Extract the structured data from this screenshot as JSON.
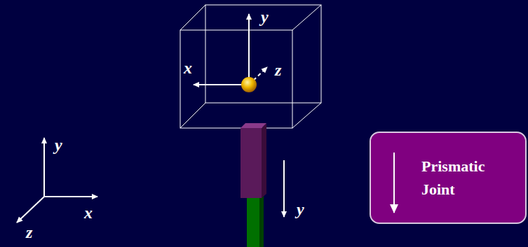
{
  "diagram": {
    "nodes": [
      {
        "text": [
          "Prismatic Joint"
        ]
      }
    ],
    "labels": [
      "y",
      "x",
      "z",
      "y",
      "y",
      "x",
      "z"
    ]
  }
}
